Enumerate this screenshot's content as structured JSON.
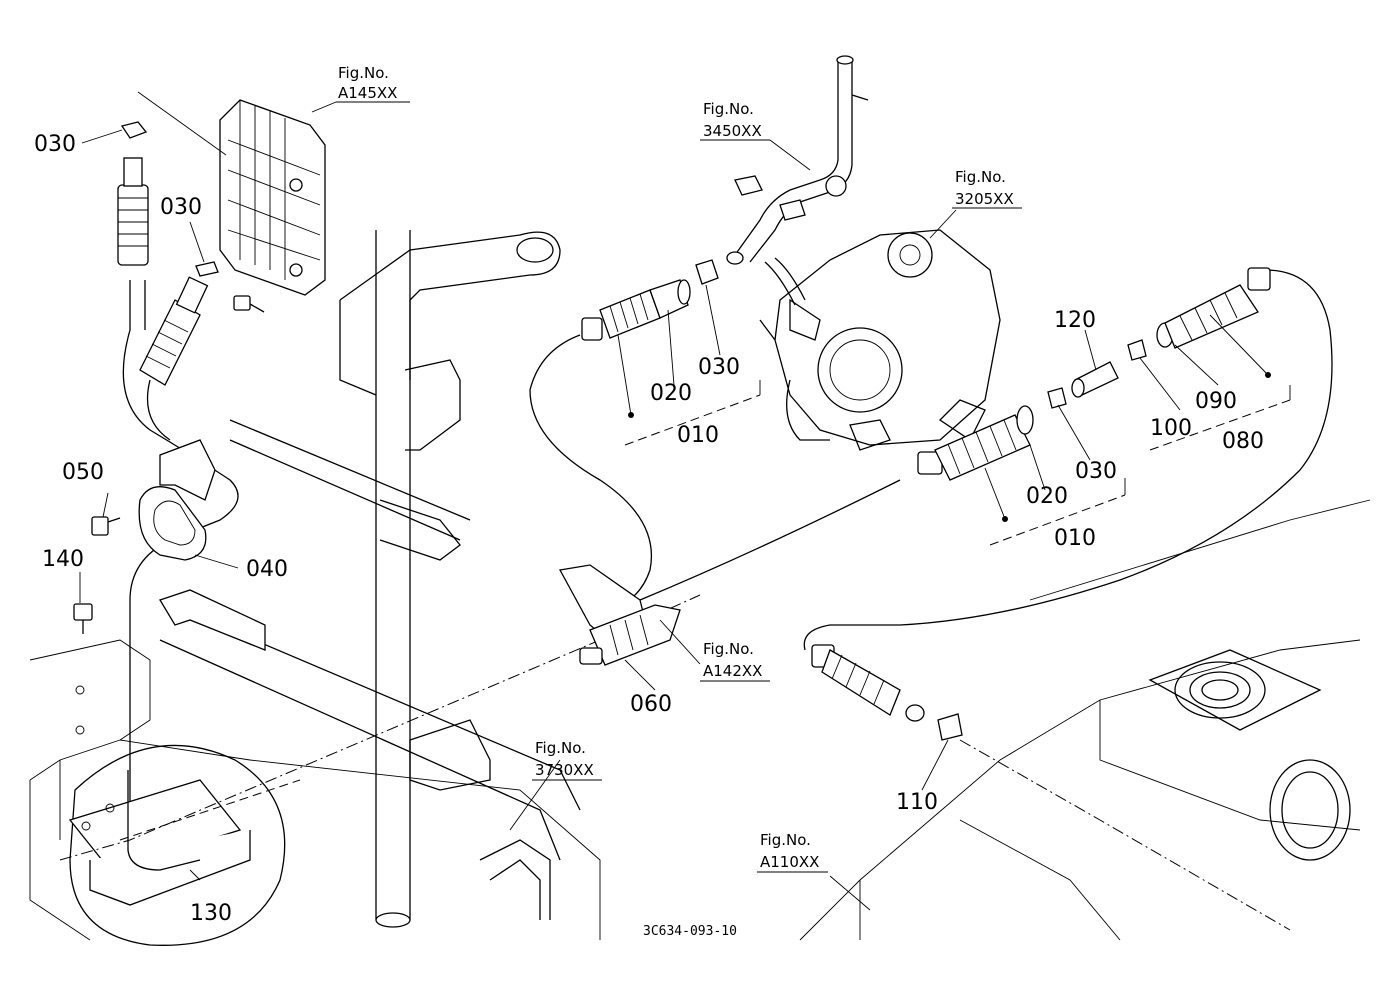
{
  "figure_refs": {
    "a145": {
      "title": "Fig.No.",
      "code": "A145XX"
    },
    "r3450": {
      "title": "Fig.No.",
      "code": "3450XX"
    },
    "r3205": {
      "title": "Fig.No.",
      "code": "3205XX"
    },
    "a142": {
      "title": "Fig.No.",
      "code": "A142XX"
    },
    "r3730": {
      "title": "Fig.No.",
      "code": "3730XX"
    },
    "a110": {
      "title": "Fig.No.",
      "code": "A110XX"
    }
  },
  "part_labels": {
    "p030_a": "030",
    "p030_b": "030",
    "p030_c": "030",
    "p030_d": "030",
    "p020_a": "020",
    "p020_b": "020",
    "p010_a": "010",
    "p010_b": "010",
    "p050": "050",
    "p040": "040",
    "p140": "140",
    "p060": "060",
    "p120": "120",
    "p090": "090",
    "p100": "100",
    "p080": "080",
    "p110": "110",
    "p130": "130"
  },
  "drawing_code": "3C634-093-10"
}
